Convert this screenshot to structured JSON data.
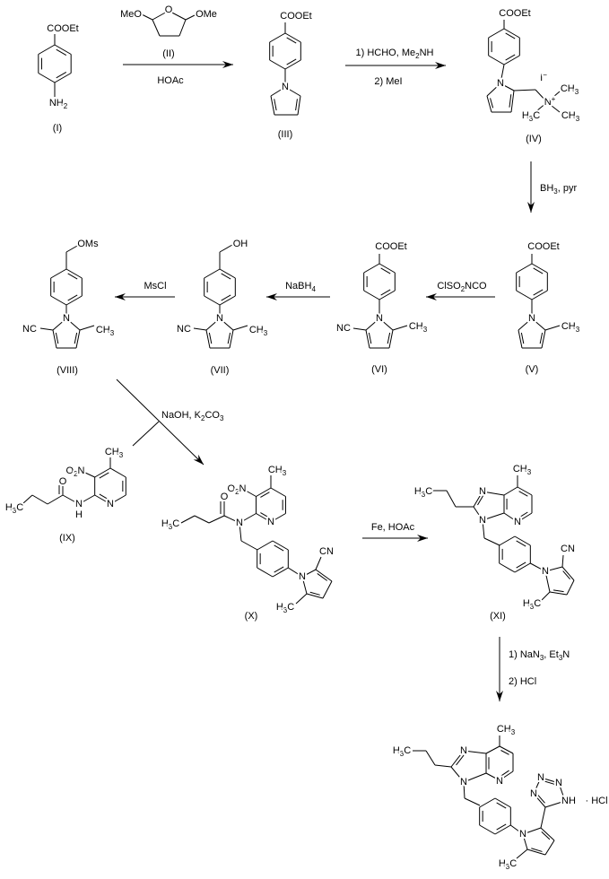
{
  "compounds": {
    "I": {
      "id": "(I)",
      "atoms": [
        "COOEt",
        "NH2"
      ]
    },
    "II": {
      "id": "(II)",
      "atoms": [
        "MeO",
        "O",
        "OMe"
      ]
    },
    "III": {
      "id": "(III)",
      "atoms": [
        "COOEt",
        "N"
      ]
    },
    "IV": {
      "id": "(IV)",
      "atoms": [
        "COOEt",
        "N",
        "N+",
        "CH3",
        "CH3",
        "H3C",
        "I−"
      ]
    },
    "V": {
      "id": "(V)",
      "atoms": [
        "COOEt",
        "N",
        "CH3"
      ]
    },
    "VI": {
      "id": "(VI)",
      "atoms": [
        "COOEt",
        "N",
        "NC",
        "CH3"
      ]
    },
    "VII": {
      "id": "(VII)",
      "atoms": [
        "OH",
        "N",
        "NC",
        "CH3"
      ]
    },
    "VIII": {
      "id": "(VIII)",
      "atoms": [
        "OMs",
        "N",
        "NC",
        "CH3"
      ]
    },
    "IX": {
      "id": "(IX)",
      "atoms": [
        "CH3",
        "O2N",
        "O",
        "N",
        "H",
        "N",
        "H3C"
      ]
    },
    "X": {
      "id": "(X)",
      "atoms": [
        "CH3",
        "O2N",
        "O",
        "N",
        "N",
        "H3C",
        "N",
        "CN",
        "H3C"
      ]
    },
    "XI": {
      "id": "(XI)",
      "atoms": [
        "CH3",
        "H3C",
        "N",
        "N",
        "N",
        "N",
        "CN",
        "H3C"
      ]
    },
    "final": {
      "atoms": [
        "CH3",
        "H3C",
        "N",
        "N",
        "N",
        "N",
        "N",
        "N",
        "N",
        "NH",
        "H3C"
      ],
      "salt": "· HCl"
    }
  },
  "reactions": {
    "r1": {
      "reagents": [
        "HOAc"
      ]
    },
    "r2": {
      "reagents": [
        "1) HCHO, Me2NH",
        "2) MeI"
      ]
    },
    "r3": {
      "reagents": [
        "BH3, pyr"
      ]
    },
    "r4": {
      "reagents": [
        "ClSO2NCO"
      ]
    },
    "r5": {
      "reagents": [
        "NaBH4"
      ]
    },
    "r6": {
      "reagents": [
        "MsCl"
      ]
    },
    "r7": {
      "reagents": [
        "NaOH, K2CO3"
      ]
    },
    "r8": {
      "reagents": [
        "Fe, HOAc"
      ]
    },
    "r9": {
      "reagents": [
        "1) NaN3, Et3N",
        "2) HCl"
      ]
    }
  }
}
